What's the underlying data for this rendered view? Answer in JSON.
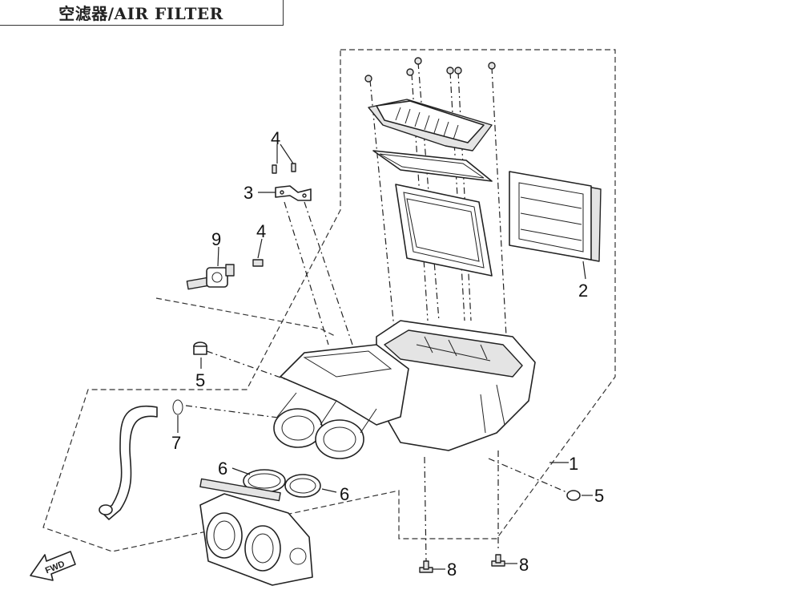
{
  "title": "空滤器/AIR FILTER",
  "callouts": {
    "c1": "1",
    "c2": "2",
    "c3": "3",
    "c4a": "4",
    "c4b": "4",
    "c5a": "5",
    "c5b": "5",
    "c6a": "6",
    "c6b": "6",
    "c7": "7",
    "c8a": "8",
    "c8b": "8",
    "c9": "9"
  },
  "fwd_label": "FWD"
}
